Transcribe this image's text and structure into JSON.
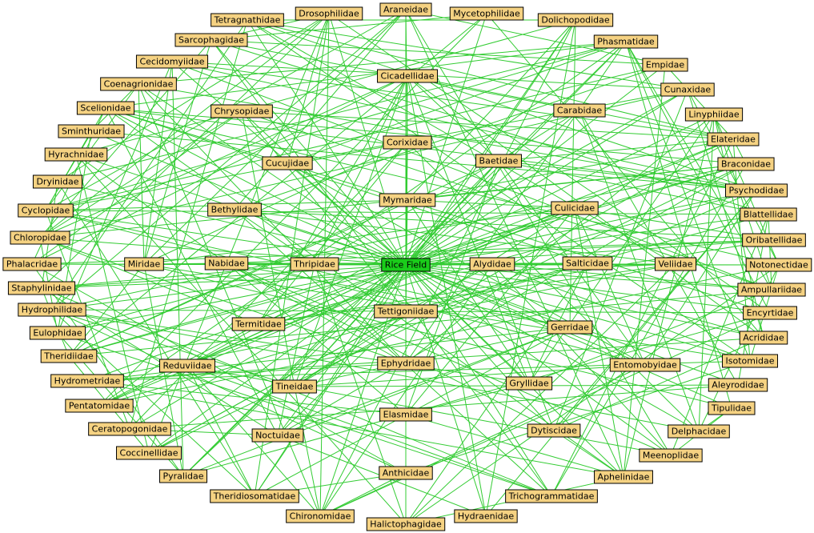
{
  "colors": {
    "background": "#ffffff",
    "edge": "#33cc33",
    "node_fill": "#f5d282",
    "center_fill": "#1acc1a",
    "label": "#000000"
  },
  "nodes": [
    {
      "id": "rice-field",
      "label": "Rice Field",
      "center": true
    },
    {
      "id": "araneidae",
      "label": "Araneidae"
    },
    {
      "id": "drosophilidae",
      "label": "Drosophilidae"
    },
    {
      "id": "mycetophilidae",
      "label": "Mycetophilidae"
    },
    {
      "id": "tetragnathidae",
      "label": "Tetragnathidae"
    },
    {
      "id": "dolichopodidae",
      "label": "Dolichopodidae"
    },
    {
      "id": "sarcophagidae",
      "label": "Sarcophagidae"
    },
    {
      "id": "phasmatidae",
      "label": "Phasmatidae"
    },
    {
      "id": "cecidomyiidae",
      "label": "Cecidomyiidae"
    },
    {
      "id": "empidae",
      "label": "Empidae"
    },
    {
      "id": "cicadellidae",
      "label": "Cicadellidae"
    },
    {
      "id": "coenagrionidae",
      "label": "Coenagrionidae"
    },
    {
      "id": "cunaxidae",
      "label": "Cunaxidae"
    },
    {
      "id": "scelionidae",
      "label": "Scelionidae"
    },
    {
      "id": "chrysopidae",
      "label": "Chrysopidae"
    },
    {
      "id": "carabidae",
      "label": "Carabidae"
    },
    {
      "id": "linyphiidae",
      "label": "Linyphiidae"
    },
    {
      "id": "sminthuridae",
      "label": "Sminthuridae"
    },
    {
      "id": "elateridae",
      "label": "Elateridae"
    },
    {
      "id": "corixidae",
      "label": "Corixidae"
    },
    {
      "id": "hyrachnidae",
      "label": "Hyrachnidae"
    },
    {
      "id": "baetidae",
      "label": "Baetidae"
    },
    {
      "id": "cucujidae",
      "label": "Cucujidae"
    },
    {
      "id": "braconidae",
      "label": "Braconidae"
    },
    {
      "id": "dryinidae",
      "label": "Dryinidae"
    },
    {
      "id": "psychodidae",
      "label": "Psychodidae"
    },
    {
      "id": "mymaridae",
      "label": "Mymaridae"
    },
    {
      "id": "cyclopidae",
      "label": "Cyclopidae"
    },
    {
      "id": "bethylidae",
      "label": "Bethylidae"
    },
    {
      "id": "culicidae",
      "label": "Culicidae"
    },
    {
      "id": "blattellidae",
      "label": "Blattellidae"
    },
    {
      "id": "chloropidae",
      "label": "Chloropidae"
    },
    {
      "id": "oribatellidae",
      "label": "Oribatellidae"
    },
    {
      "id": "phalacridae",
      "label": "Phalacridae"
    },
    {
      "id": "miridae",
      "label": "Miridae"
    },
    {
      "id": "nabidae",
      "label": "Nabidae"
    },
    {
      "id": "thripidae",
      "label": "Thripidae"
    },
    {
      "id": "alydidae",
      "label": "Alydidae"
    },
    {
      "id": "salticidae",
      "label": "Salticidae"
    },
    {
      "id": "veliidae",
      "label": "Veliidae"
    },
    {
      "id": "notonectidae",
      "label": "Notonectidae"
    },
    {
      "id": "staphylinidae",
      "label": "Staphylinidae"
    },
    {
      "id": "ampullariidae",
      "label": "Ampullariidae"
    },
    {
      "id": "hydrophilidae",
      "label": "Hydrophilidae"
    },
    {
      "id": "tettigoniidae",
      "label": "Tettigoniidae"
    },
    {
      "id": "encyrtidae",
      "label": "Encyrtidae"
    },
    {
      "id": "termitidae",
      "label": "Termitidae"
    },
    {
      "id": "gerridae",
      "label": "Gerridae"
    },
    {
      "id": "eulophidae",
      "label": "Eulophidae"
    },
    {
      "id": "acrididae",
      "label": "Acrididae"
    },
    {
      "id": "theridiidae",
      "label": "Theridiidae"
    },
    {
      "id": "isotomidae",
      "label": "Isotomidae"
    },
    {
      "id": "reduviidae",
      "label": "Reduviidae"
    },
    {
      "id": "ephydridae",
      "label": "Ephydridae"
    },
    {
      "id": "entomobyidae",
      "label": "Entomobyidae"
    },
    {
      "id": "hydrometridae",
      "label": "Hydrometridae"
    },
    {
      "id": "tineidae",
      "label": "Tineidae"
    },
    {
      "id": "gryllidae",
      "label": "Gryllidae"
    },
    {
      "id": "aleyrodidae",
      "label": "Aleyrodidae"
    },
    {
      "id": "pentatomidae",
      "label": "Pentatomidae"
    },
    {
      "id": "elasmidae",
      "label": "Elasmidae"
    },
    {
      "id": "tipulidae",
      "label": "Tipulidae"
    },
    {
      "id": "ceratopogonidae",
      "label": "Ceratopogonidae"
    },
    {
      "id": "noctuidae",
      "label": "Noctuidae"
    },
    {
      "id": "dytiscidae",
      "label": "Dytiscidae"
    },
    {
      "id": "delphacidae",
      "label": "Delphacidae"
    },
    {
      "id": "coccinellidae",
      "label": "Coccinellidae"
    },
    {
      "id": "meenoplidae",
      "label": "Meenoplidae"
    },
    {
      "id": "pyralidae",
      "label": "Pyralidae"
    },
    {
      "id": "anthicidae",
      "label": "Anthicidae"
    },
    {
      "id": "aphelinidae",
      "label": "Aphelinidae"
    },
    {
      "id": "theridiosomatidae",
      "label": "Theridiosomatidae"
    },
    {
      "id": "trichogrammatidae",
      "label": "Trichogrammatidae"
    },
    {
      "id": "chironomidae",
      "label": "Chironomidae"
    },
    {
      "id": "hydraenidae",
      "label": "Hydraenidae"
    },
    {
      "id": "halictophagidae",
      "label": "Halictophagidae"
    }
  ]
}
